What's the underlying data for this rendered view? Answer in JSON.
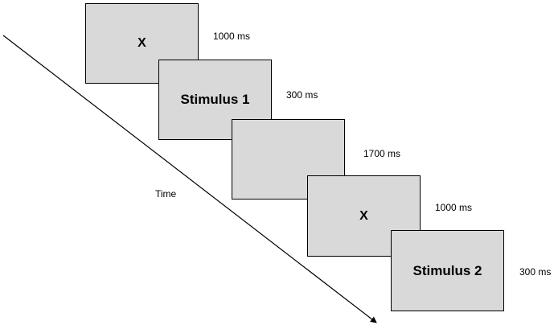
{
  "axis": {
    "label": "Time",
    "line_color": "#000000"
  },
  "frame_color": "#d9d9d9",
  "frames": [
    {
      "label": "X",
      "duration": "1000 ms"
    },
    {
      "label": "Stimulus 1",
      "duration": "300 ms"
    },
    {
      "label": "",
      "duration": "1700 ms"
    },
    {
      "label": "X",
      "duration": "1000 ms"
    },
    {
      "label": "Stimulus 2",
      "duration": "300 ms"
    }
  ]
}
